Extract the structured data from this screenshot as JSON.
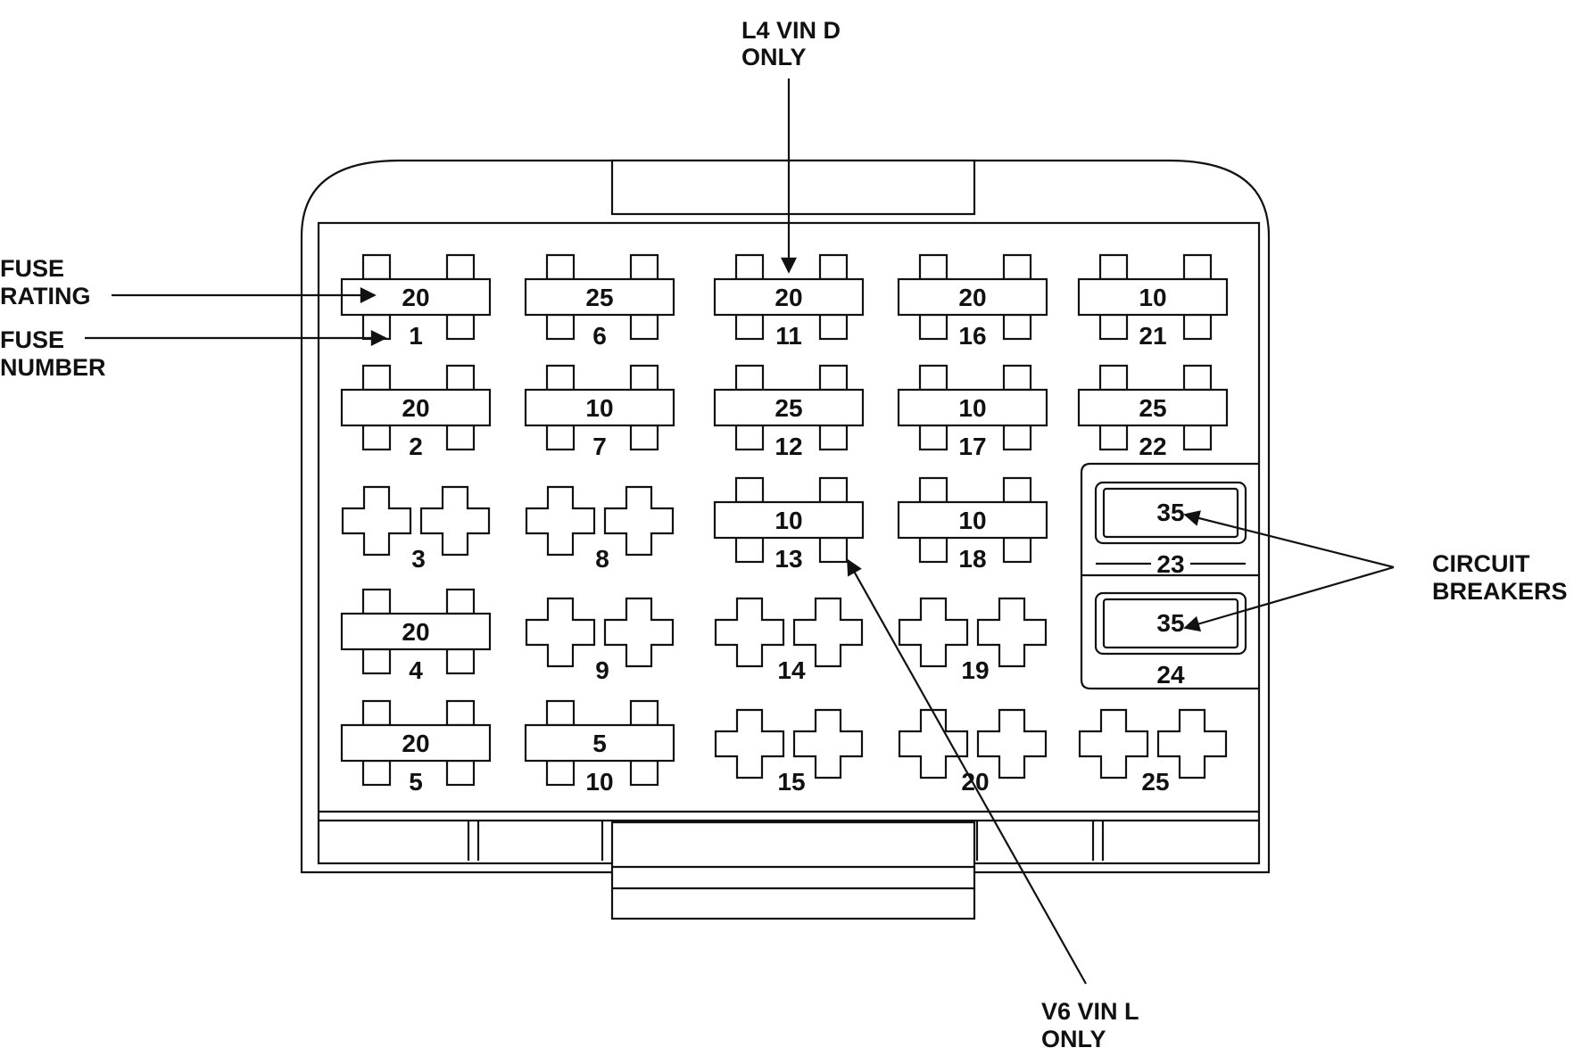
{
  "callouts": {
    "fuse_rating": [
      "FUSE",
      "RATING"
    ],
    "fuse_number": [
      "FUSE",
      "NUMBER"
    ],
    "l4_vin_d": [
      "L4  VIN  D",
      "ONLY"
    ],
    "v6_vin_l": [
      "V6  VIN  L",
      "ONLY"
    ],
    "circuit_breakers": [
      "CIRCUIT",
      "BREAKERS"
    ]
  },
  "fuses": [
    {
      "number": "1",
      "rating": "20"
    },
    {
      "number": "2",
      "rating": "20"
    },
    {
      "number": "3",
      "rating": ""
    },
    {
      "number": "4",
      "rating": "20"
    },
    {
      "number": "5",
      "rating": "20"
    },
    {
      "number": "6",
      "rating": "25"
    },
    {
      "number": "7",
      "rating": "10"
    },
    {
      "number": "8",
      "rating": ""
    },
    {
      "number": "9",
      "rating": ""
    },
    {
      "number": "10",
      "rating": "5"
    },
    {
      "number": "11",
      "rating": "20"
    },
    {
      "number": "12",
      "rating": "25"
    },
    {
      "number": "13",
      "rating": "10"
    },
    {
      "number": "14",
      "rating": ""
    },
    {
      "number": "15",
      "rating": ""
    },
    {
      "number": "16",
      "rating": "20"
    },
    {
      "number": "17",
      "rating": "10"
    },
    {
      "number": "18",
      "rating": "10"
    },
    {
      "number": "19",
      "rating": ""
    },
    {
      "number": "20",
      "rating": ""
    },
    {
      "number": "21",
      "rating": "10"
    },
    {
      "number": "22",
      "rating": "25"
    },
    {
      "number": "25",
      "rating": ""
    }
  ],
  "breakers": [
    {
      "number": "23",
      "rating": "35"
    },
    {
      "number": "24",
      "rating": "35"
    }
  ]
}
